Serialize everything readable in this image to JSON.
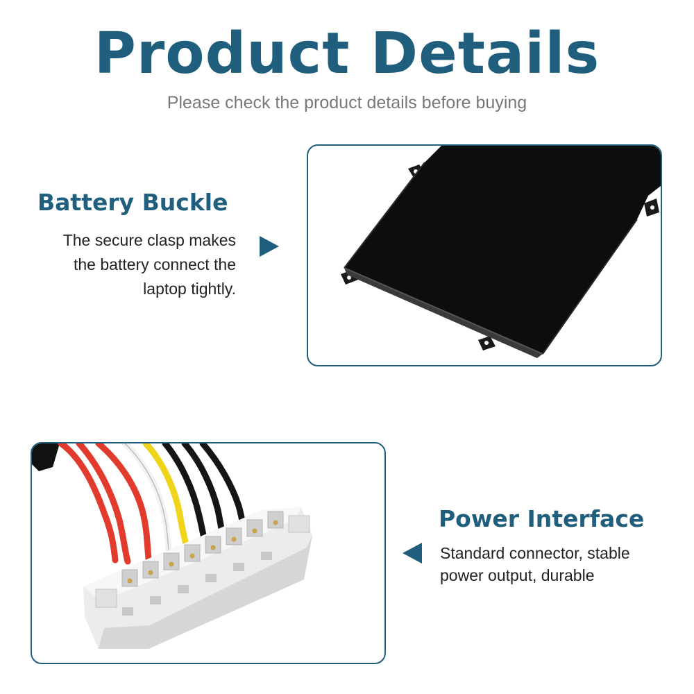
{
  "header": {
    "title": "Product Details",
    "subtitle": "Please check the product details before buying"
  },
  "features": [
    {
      "heading": "Battery Buckle",
      "description_lines": [
        "The secure clasp makes",
        "the battery connect the",
        "laptop tightly."
      ],
      "image_icon": "battery-photo"
    },
    {
      "heading": "Power Interface",
      "description_lines": [
        "Standard connector, stable",
        "power output, durable"
      ],
      "image_icon": "connector-photo"
    }
  ],
  "colors": {
    "accent": "#1f5e7c",
    "subtitle": "#777777",
    "body_text": "#222222"
  }
}
